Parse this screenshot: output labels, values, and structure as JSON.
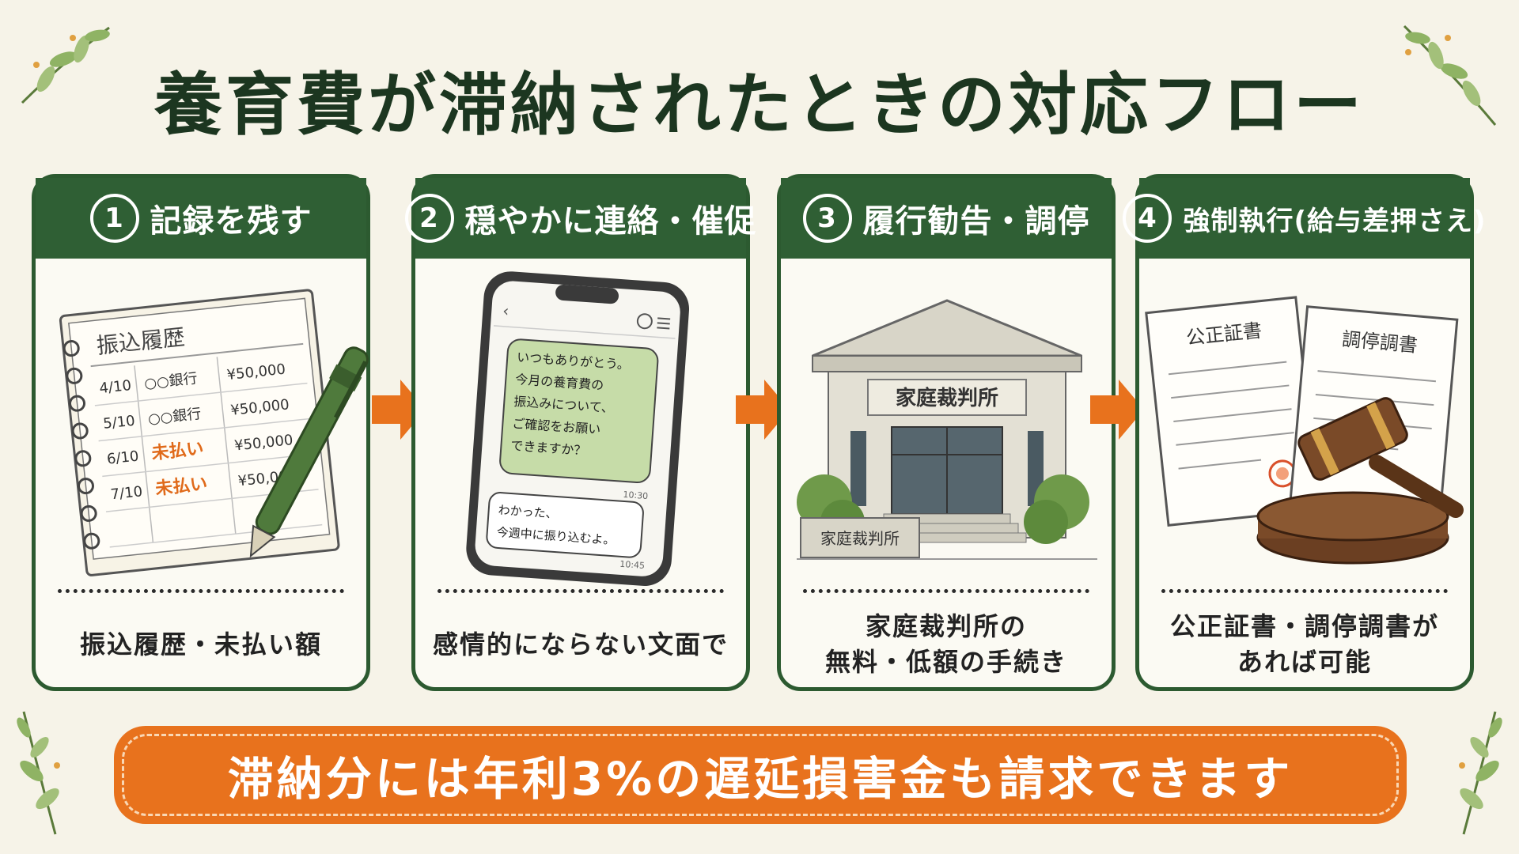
{
  "title": "養育費が滞納されたときの対応フロー",
  "steps": [
    {
      "num": "1",
      "heading": "記録を残す",
      "caption": [
        "振込履歴・未払い額"
      ],
      "notebook": {
        "title": "振込履歴",
        "rows": [
          {
            "date": "4/10",
            "bank": "○○銀行",
            "amount": "¥50,000"
          },
          {
            "date": "5/10",
            "bank": "○○銀行",
            "amount": "¥50,000"
          },
          {
            "date": "6/10",
            "bank": "未払い",
            "amount": "¥50,000"
          },
          {
            "date": "7/10",
            "bank": "未払い",
            "amount": "¥50,000"
          }
        ]
      }
    },
    {
      "num": "2",
      "heading": "穏やかに連絡・催促",
      "caption": [
        "感情的にならない文面で"
      ],
      "chat": {
        "sent": [
          "いつもありがとう。",
          "今月の養育費の",
          "振込みについて、",
          "ご確認をお願い",
          "できますか？"
        ],
        "sent_time": "10:30",
        "reply": [
          "わかった、",
          "今週中に振り込むよ。"
        ],
        "reply_time": "10:45"
      }
    },
    {
      "num": "3",
      "heading": "履行勧告・調停",
      "caption": [
        "家庭裁判所の",
        "無料・低額の手続き"
      ],
      "court": {
        "building_sign": "家庭裁判所",
        "ground_sign": "家庭裁判所"
      }
    },
    {
      "num": "4",
      "heading": "強制執行(給与差押さえ)",
      "caption": [
        "公正証書・調停調書が",
        "あれば可能"
      ],
      "documents": [
        "公正証書",
        "調停調書"
      ]
    }
  ],
  "banner": "滞納分には年利3%の遅延損害金も請求できます",
  "colors": {
    "header_green": "#2f5f34",
    "accent_orange": "#e8721d",
    "unpaid_orange": "#e06a1a",
    "background": "#f6f3e8"
  },
  "icons": [
    "leaf-sprig-icon",
    "arrow-right-icon",
    "notebook-icon",
    "pen-icon",
    "smartphone-icon",
    "courthouse-icon",
    "document-icon",
    "gavel-icon",
    "seal-icon"
  ]
}
